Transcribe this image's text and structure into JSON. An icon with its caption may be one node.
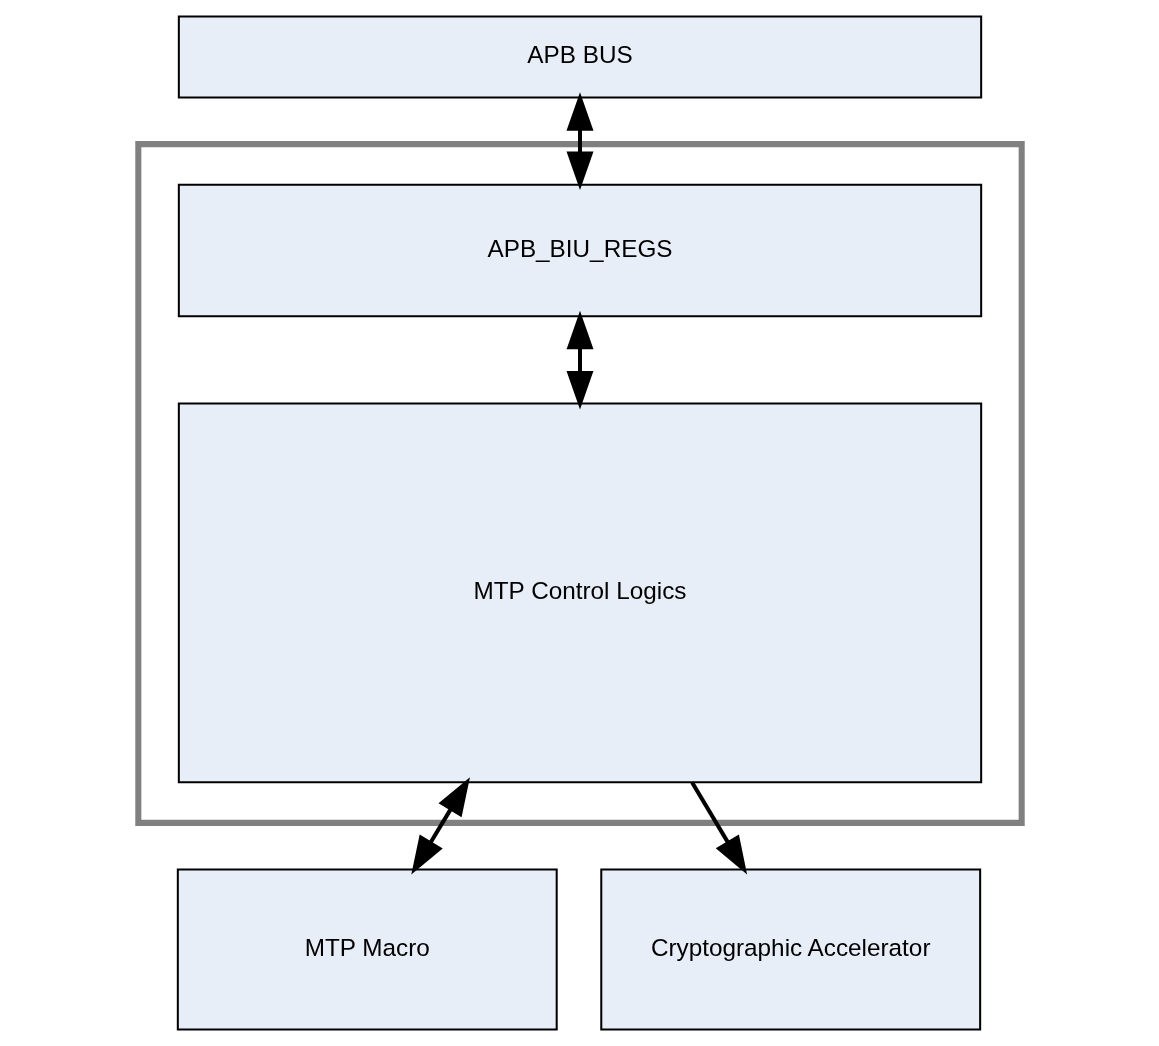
{
  "diagram": {
    "nodes": [
      {
        "text": [
          "APB BUS"
        ]
      },
      {
        "text": [],
        "shape": "box"
      },
      {
        "text": [
          "APB_BIU_REGS"
        ],
        "in": 1
      },
      {
        "text": [
          "MTP Control Logics"
        ],
        "in": 1
      },
      {
        "text": [
          "MTP Macro"
        ]
      },
      {
        "text": [
          "Cryptographic Accelerator"
        ]
      }
    ],
    "edges": [
      {
        "from": 0,
        "to": 2,
        "arrow": "both"
      },
      {
        "from": 2,
        "to": 3,
        "arrow": "both"
      },
      {
        "from": 3,
        "to": 4,
        "arrow": "both"
      },
      {
        "from": 3,
        "to": 5,
        "arrow": "to"
      }
    ]
  }
}
